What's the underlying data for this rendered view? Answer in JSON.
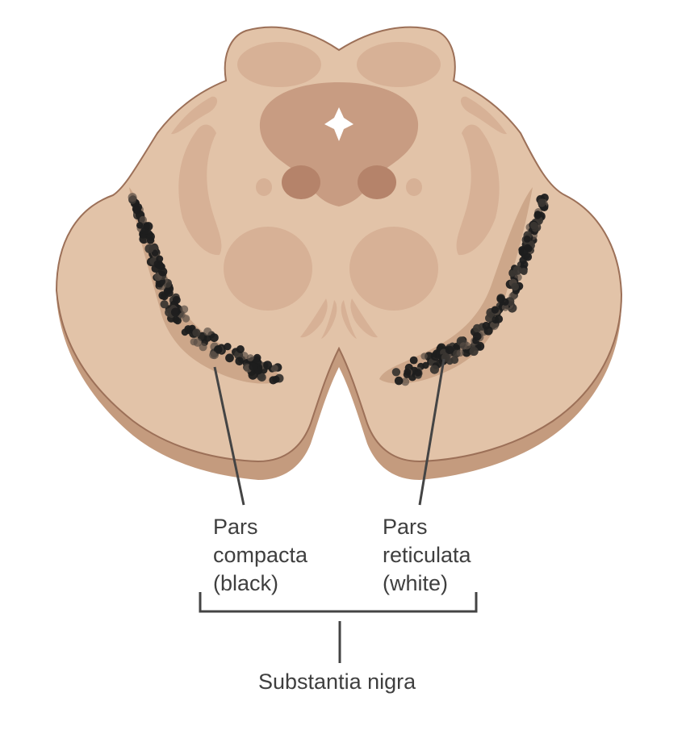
{
  "labels": {
    "pars_compacta": [
      "Pars",
      "compacta",
      "(black)"
    ],
    "pars_reticulata": [
      "Pars",
      "reticulata",
      "(white)"
    ],
    "substantia_nigra": "Substantia nigra"
  },
  "colors": {
    "tissue_light": "#e2c3a8",
    "tissue_shadow": "#c49b7e",
    "tissue_outline": "#9c7058",
    "nucleus": "#c89c82",
    "nucleus_dark": "#b5836a",
    "neuron": "#1e1e1e",
    "leader_line": "#444444"
  }
}
